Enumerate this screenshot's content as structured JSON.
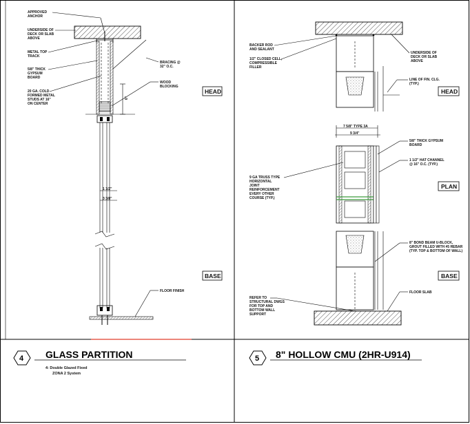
{
  "detail_4": {
    "number": "4",
    "title": "GLASS PARTITION",
    "sub_lines": [
      "4:  Double Glazed Fixed",
      "ZONA 2 System"
    ],
    "labels": {
      "approved_anchor": [
        "APPROVED",
        "ANCHOR"
      ],
      "underside_deck": [
        "UNDERSIDE OF",
        "DECK OR SLAB",
        "ABOVE"
      ],
      "metal_top_track": [
        "METAL TOP",
        "TRACK"
      ],
      "gypsum_board": [
        "5/8\" THICK",
        "GYPSUM",
        "BOARD"
      ],
      "metal_studs": [
        "20 GA. COLD",
        "FORMED METAL",
        "STUDS AT 16\"",
        "ON CENTER"
      ],
      "bracing": [
        "BRACING @",
        "32\" O.C."
      ],
      "wood_blocking": [
        "WOOD",
        "BLOCKING"
      ],
      "floor_finish": [
        "FLOOR FINISH"
      ],
      "dim_a": "1 1/2\"",
      "dim_b": "3 3/8\"",
      "dim_v": "6\""
    },
    "head_tag": "HEAD",
    "base_tag": "BASE"
  },
  "detail_5": {
    "number": "5",
    "title": "8\" HOLLOW CMU (2HR-U914)",
    "labels": {
      "backer_rod": [
        "BACKER ROD",
        "AND SEALANT"
      ],
      "closed_cell": [
        "1/2\" CLOSED CELL,",
        "COMPRESSIBLE",
        "FILLER"
      ],
      "underside_deck": [
        "UNDERSIDE OF",
        "DECK OR SLAB",
        "ABOVE"
      ],
      "line_of_fin": [
        "LINE OF FIN. CLG.",
        "(TYP.)"
      ],
      "dim_type3a": "7 5/8\"  TYPE 3A",
      "dim_total": "9 3/4\"",
      "gypsum_board": [
        "5/8\" THICK GYPSUM",
        "BOARD"
      ],
      "hat_channel": [
        "1 1/2\" HAT CHANNEL",
        "@ 16\" O.C. (TYP.)"
      ],
      "truss": [
        "9 GA TRUSS TYPE",
        "HORIZONTAL",
        "JOINT",
        "REINFORCEMENT",
        "EVERY OTHER",
        "COURSE (TYP.)"
      ],
      "bond_beam": [
        "8\" BOND BEAM U-BLOCK,",
        "GROUT FILLED WITH #5 REBAR",
        "(TYP. TOP & BOTTOM OF WALL)"
      ],
      "floor_slab": [
        "FLOOR SLAB"
      ],
      "refer": [
        "REFER TO",
        "STRUCTURAL DWGS",
        "FOR TOP AND",
        "BOTTOM WALL",
        "SUPPORT"
      ]
    },
    "head_tag": "HEAD",
    "plan_tag": "PLAN",
    "base_tag": "BASE"
  }
}
